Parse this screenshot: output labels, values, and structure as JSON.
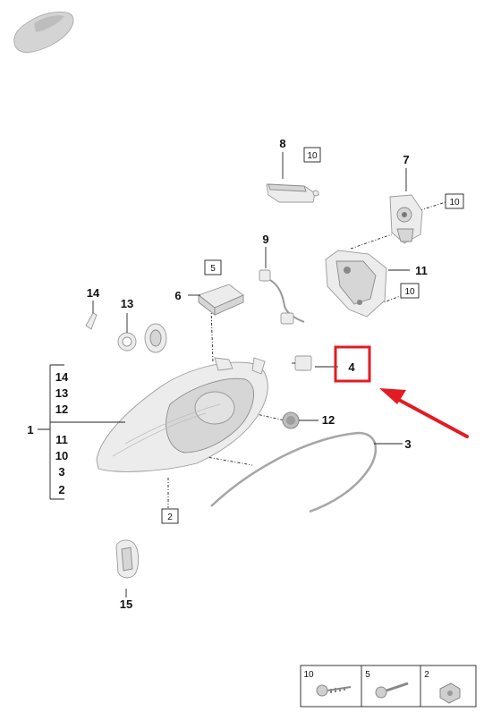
{
  "labels": {
    "p1": "1",
    "p2": "2",
    "p3": "3",
    "p4": "4",
    "p6": "6",
    "p7": "7",
    "p8": "8",
    "p9": "9",
    "p11": "11",
    "p12": "12",
    "p13": "13",
    "p14": "14",
    "p15": "15"
  },
  "bracket_items": [
    "14",
    "13",
    "12",
    "11",
    "10",
    "3",
    "2"
  ],
  "boxes": {
    "b10_top": "10",
    "b10_right": "10",
    "b10_mid": "10",
    "b5": "5",
    "b2": "2"
  },
  "legend": [
    "10",
    "5",
    "2"
  ],
  "colors": {
    "highlight": "#e31b23",
    "arrow": "#e31b23"
  }
}
